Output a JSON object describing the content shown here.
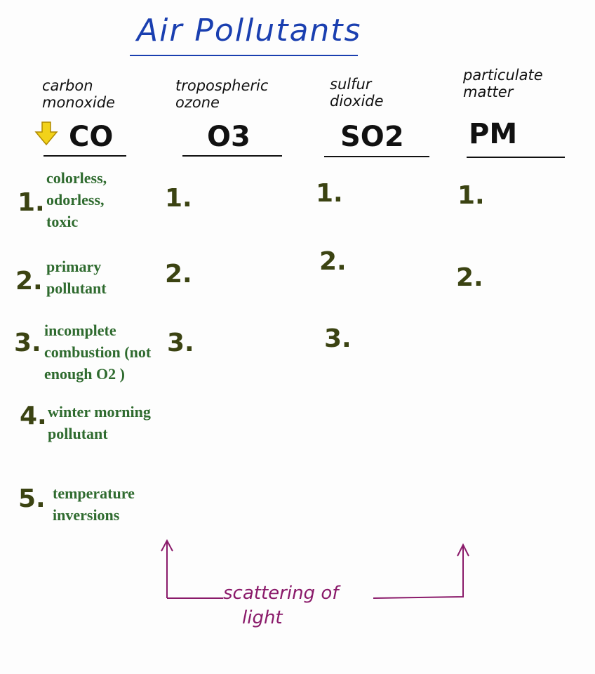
{
  "title": "Air Pollutants",
  "columns": [
    {
      "name": "carbon monoxide",
      "symbol": "CO"
    },
    {
      "name": "tropospheric ozone",
      "symbol": "O3"
    },
    {
      "name": "sulfur dioxide",
      "symbol": "SO2"
    },
    {
      "name": "particulate matter",
      "symbol": "PM"
    }
  ],
  "co_points": [
    {
      "num": "1.",
      "text": "colorless, odorless, toxic"
    },
    {
      "num": "2.",
      "text": "primary pollutant"
    },
    {
      "num": "3.",
      "text": "incomplete combustion (not enough O2 )"
    },
    {
      "num": "4.",
      "text": "winter morning pollutant"
    },
    {
      "num": "5.",
      "text": "temperature inversions"
    }
  ],
  "o3_nums": [
    "1.",
    "2.",
    "3."
  ],
  "so2_nums": [
    "1.",
    "2.",
    "3."
  ],
  "pm_nums": [
    "1.",
    "2."
  ],
  "annotation": {
    "line1": "scattering of",
    "line2": "light"
  },
  "colors": {
    "title": "#1a3fb0",
    "typed": "#2f6b2f",
    "annotation": "#8a1a6a",
    "arrow": "#f2d21a"
  }
}
